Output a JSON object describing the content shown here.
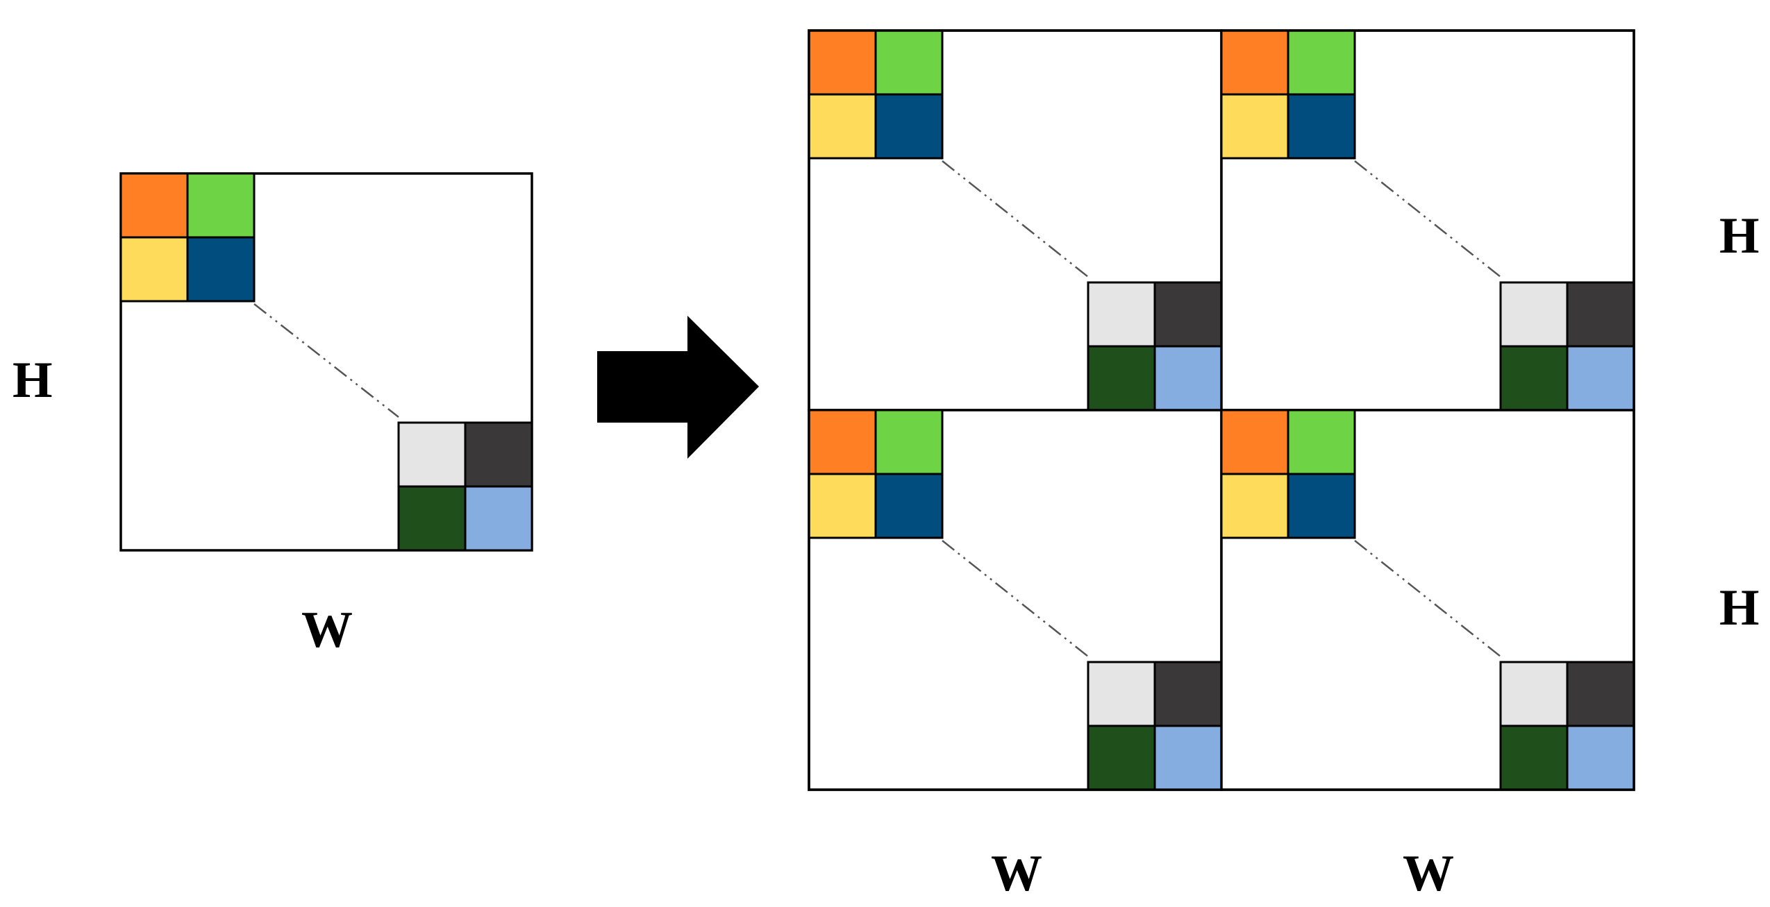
{
  "labels": {
    "height": "H",
    "width": "W"
  },
  "colors": {
    "top_left_block": [
      "#FF8024",
      "#6FD445",
      "#FFDB5C",
      "#004D7E"
    ],
    "bottom_right_block": [
      "#E5E5E5",
      "#3A3838",
      "#1F4F1A",
      "#86ADE0"
    ],
    "arrow": "#000000",
    "outline": "#000000"
  },
  "input_matrix": {
    "tiles": 1
  },
  "output_matrix": {
    "grid": "2x2",
    "tiles": 4
  }
}
